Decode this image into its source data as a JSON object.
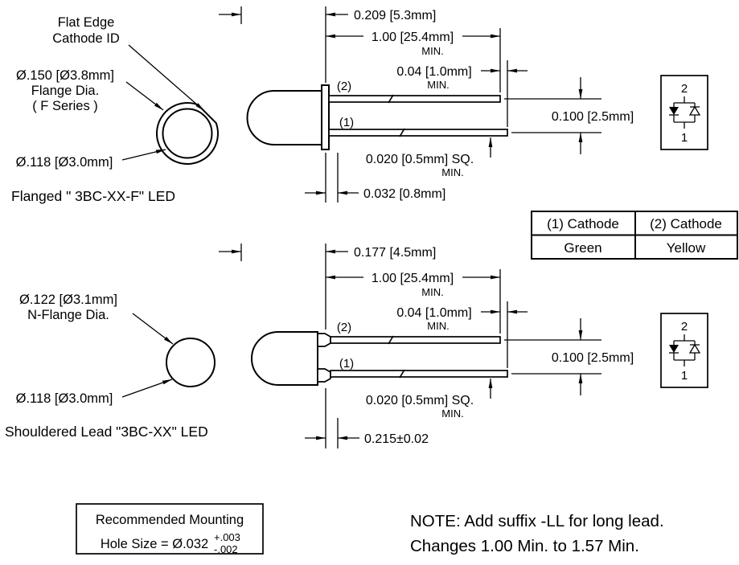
{
  "labels": {
    "min": "MIN."
  },
  "flanged": {
    "callout_flat_edge": {
      "line1": "Flat Edge",
      "line2": "Cathode ID"
    },
    "callout_flange_dia": {
      "line1": "Ø.150 [Ø3.8mm]",
      "line2": "Flange Dia.",
      "line3": "( F Series )"
    },
    "callout_lens_dia": "Ø.118 [Ø3.0mm]",
    "caption": "Flanged \" 3BC-XX-F\" LED",
    "pin2_label": "(2)",
    "pin1_label": "(1)",
    "dims": {
      "body_length": "0.209 [5.3mm]",
      "lead_length": "1.00 [25.4mm]",
      "tip": "0.04 [1.0mm]",
      "pitch": "0.100 [2.5mm]",
      "lead_square": "0.020 [0.5mm] SQ.",
      "flange_thickness": "0.032 [0.8mm]"
    }
  },
  "shouldered": {
    "callout_nflange_dia": {
      "line1": "Ø.122 [Ø3.1mm]",
      "line2": "N-Flange Dia."
    },
    "callout_lens_dia": "Ø.118 [Ø3.0mm]",
    "caption": "Shouldered Lead \"3BC-XX\" LED",
    "pin2_label": "(2)",
    "pin1_label": "(1)",
    "dims": {
      "body_length": "0.177 [4.5mm]",
      "lead_length": "1.00 [25.4mm]",
      "tip": "0.04 [1.0mm]",
      "pitch": "0.100 [2.5mm]",
      "lead_square": "0.020 [0.5mm] SQ.",
      "shoulder_length": "0.215±0.02"
    }
  },
  "polarity_table": {
    "headers": [
      "(1) Cathode",
      "(2) Cathode"
    ],
    "values": [
      "Green",
      "Yellow"
    ]
  },
  "schematic": {
    "pin2": "2",
    "pin1": "1"
  },
  "mounting": {
    "line1": "Recommended Mounting",
    "line2": "Hole Size = Ø.032",
    "tol_plus": "+.003",
    "tol_minus": "-.002"
  },
  "note": {
    "line1": "NOTE: Add suffix -LL for long lead.",
    "line2": "Changes 1.00 Min. to 1.57 Min."
  },
  "colors": {
    "ink": "#000000",
    "paper": "#ffffff"
  }
}
